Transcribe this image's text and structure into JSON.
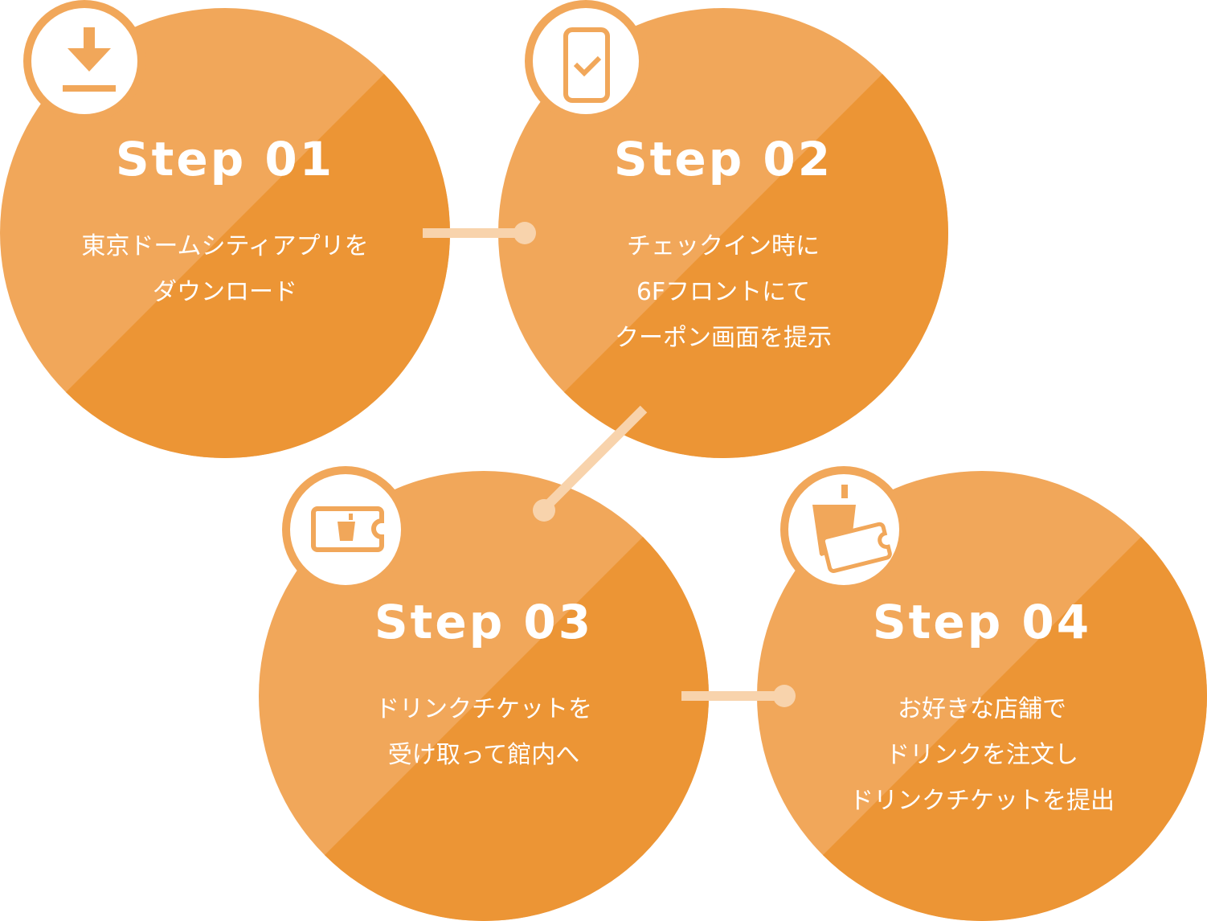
{
  "colors": {
    "circle_light": "#F1A75A",
    "circle_dark": "#EC9535",
    "connector": "#F8D3AC",
    "badge_ring": "#F1A75A",
    "badge_fill": "#FFFFFF",
    "text": "#FFFFFF"
  },
  "steps": [
    {
      "title": "Step 01",
      "icon": "download-icon",
      "lines": [
        "東京ドームシティアプリを",
        "ダウンロード"
      ]
    },
    {
      "title": "Step 02",
      "icon": "smartphone-check-icon",
      "lines": [
        "チェックイン時に",
        "6Fフロントにて",
        "クーポン画面を提示"
      ]
    },
    {
      "title": "Step 03",
      "icon": "drink-ticket-icon",
      "lines": [
        "ドリンクチケットを",
        "受け取って館内へ"
      ]
    },
    {
      "title": "Step 04",
      "icon": "drink-and-ticket-icon",
      "lines": [
        "お好きな店舗で",
        "ドリンクを注文し",
        "ドリンクチケットを提出"
      ]
    }
  ],
  "connectors": [
    {
      "from": "Step 01",
      "to": "Step 02"
    },
    {
      "from": "Step 02",
      "to": "Step 03"
    },
    {
      "from": "Step 03",
      "to": "Step 04"
    }
  ]
}
